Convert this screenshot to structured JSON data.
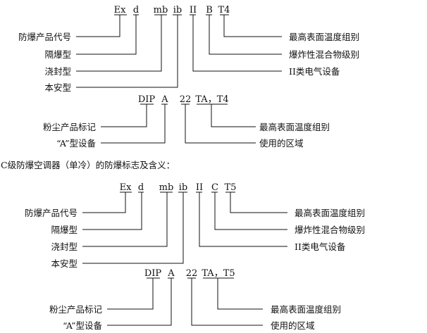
{
  "diagram1": {
    "codes": [
      "Ex",
      "d",
      "mb",
      "ib",
      "II",
      "B",
      "T4"
    ],
    "left_labels": [
      "防爆产品代号",
      "隔爆型",
      "浇封型",
      "本安型"
    ],
    "right_labels": [
      "最高表面温度组别",
      "爆炸性混合物级别",
      "II类电气设备"
    ],
    "dust_codes": [
      "DIP",
      "A",
      "22",
      "TA，T4"
    ],
    "dust_left_labels": [
      "粉尘产品标记",
      "“A”型设备"
    ],
    "dust_right_labels": [
      "最高表面温度组别",
      "使用的区域"
    ]
  },
  "section_title": "C级防爆空调器（单冷）的防爆标志及含义：",
  "diagram2": {
    "codes": [
      "Ex",
      "d",
      "mb",
      "ib",
      "II",
      "C",
      "T5"
    ],
    "left_labels": [
      "防爆产品代号",
      "隔爆型",
      "浇封型",
      "本安型"
    ],
    "right_labels": [
      "最高表面温度组别",
      "爆炸性混合物级别",
      "II类电气设备"
    ],
    "dust_codes": [
      "DIP",
      "A",
      "22",
      "TA，T5"
    ],
    "dust_left_labels": [
      "粉尘产品标记",
      "“A”型设备"
    ],
    "dust_right_labels": [
      "最高表面温度组别",
      "使用的区域"
    ]
  }
}
